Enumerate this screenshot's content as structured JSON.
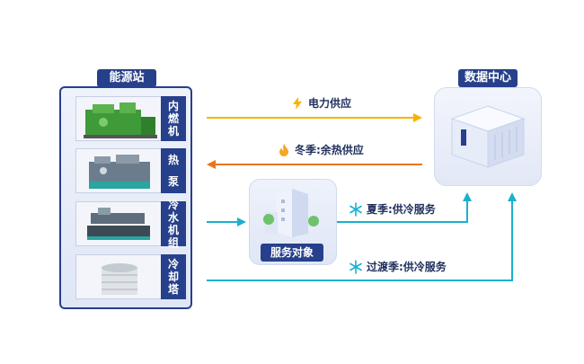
{
  "energy_station": {
    "title": "能源站",
    "equipment": [
      {
        "label": "内燃机",
        "icon": "internal-combustion-engine"
      },
      {
        "label": "热泵",
        "icon": "heat-pump"
      },
      {
        "label": "冷水机组",
        "icon": "water-chiller"
      },
      {
        "label": "冷却塔",
        "icon": "cooling-tower"
      }
    ]
  },
  "data_center": {
    "title": "数据中心",
    "icon": "server-rack"
  },
  "service_object": {
    "title": "服务对象",
    "icon": "building"
  },
  "flows": {
    "power_supply": {
      "label": "电力供应",
      "icon": "lightning-icon",
      "color": "#f5b400"
    },
    "winter_heat": {
      "label": "冬季:余热供应",
      "icon": "flame-icon",
      "color": "#e8761e"
    },
    "summer_cooling": {
      "label": "夏季:供冷服务",
      "icon": "snowflake-icon",
      "color": "#1ab0cf"
    },
    "transition_cooling": {
      "label": "过渡季:供冷服务",
      "icon": "snowflake-icon",
      "color": "#1ab0cf"
    }
  }
}
